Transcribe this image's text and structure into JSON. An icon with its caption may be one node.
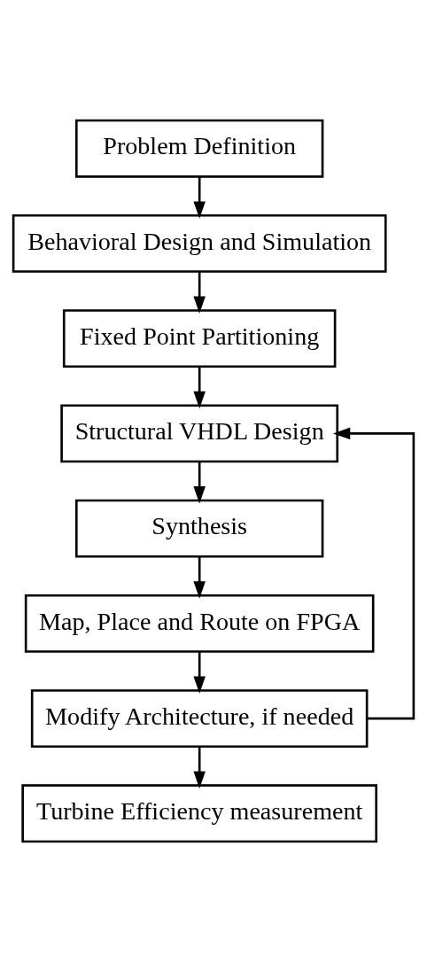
{
  "diagram": {
    "nodes": [
      {
        "text": [
          "Problem Definition"
        ]
      },
      {
        "text": [
          "Behavioral Design and Simulation"
        ]
      },
      {
        "text": [
          "Fixed Point Partitioning"
        ]
      },
      {
        "text": [
          "Structural VHDL Design"
        ]
      },
      {
        "text": [
          "Synthesis"
        ]
      },
      {
        "text": [
          "Map, Place and Route on FPGA"
        ]
      },
      {
        "text": [
          "Modify Architecture, if needed"
        ]
      },
      {
        "text": [
          "Turbine Efficiency measurement"
        ]
      }
    ],
    "edges": [
      {
        "from": 0,
        "to": 1,
        "arrow": "to"
      },
      {
        "from": 1,
        "to": 2,
        "arrow": "to"
      },
      {
        "from": 2,
        "to": 3,
        "arrow": "to"
      },
      {
        "from": 3,
        "to": 4,
        "arrow": "to"
      },
      {
        "from": 4,
        "to": 5,
        "arrow": "to"
      },
      {
        "from": 5,
        "to": 6,
        "arrow": "to"
      },
      {
        "from": 6,
        "to": 7,
        "arrow": "to"
      },
      {
        "from": 6,
        "to": 3,
        "arrow": "to"
      }
    ]
  }
}
